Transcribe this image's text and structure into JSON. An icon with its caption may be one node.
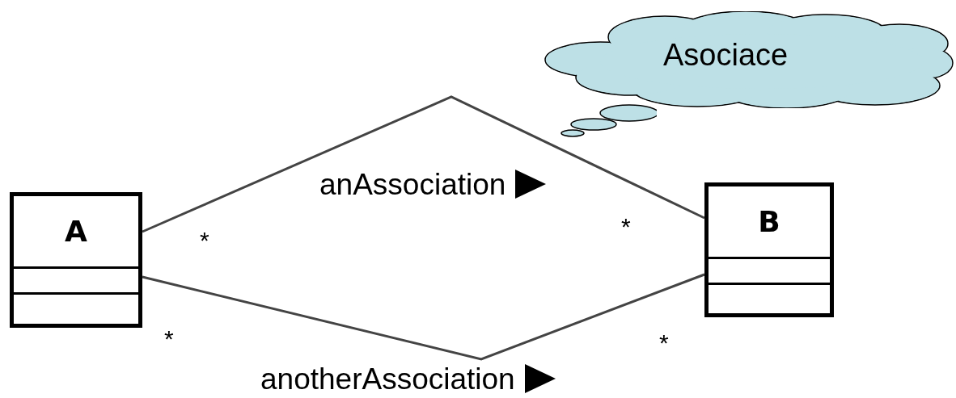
{
  "diagram": {
    "nodes": [
      {
        "text": [
          "A"
        ]
      },
      {
        "text": [
          "B"
        ]
      },
      {
        "text": [
          "Asociace"
        ]
      }
    ],
    "edges": [
      {
        "from": 0,
        "to": 1,
        "arrow": "none",
        "label": "anAssociation"
      },
      {
        "from": 0,
        "to": 1,
        "arrow": "none",
        "label": "anotherAssociation"
      }
    ],
    "labels": [
      "*",
      "*",
      "*",
      "*"
    ]
  }
}
